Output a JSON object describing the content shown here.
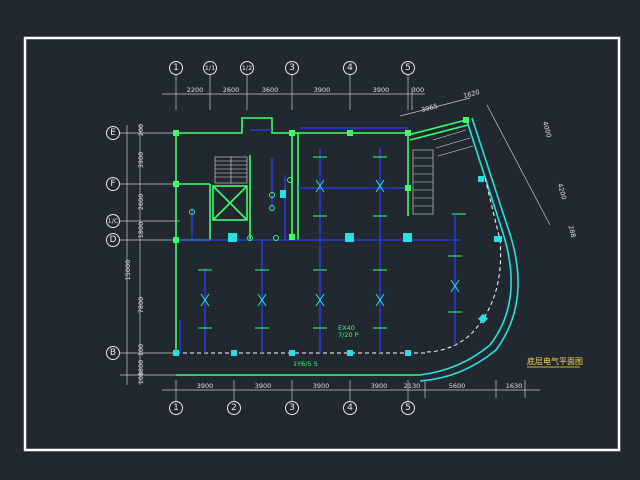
{
  "drawing": {
    "title": "底层电气平面图",
    "colors": {
      "background": "#212830",
      "frame": "#ffffff",
      "wall": "#3cff6a",
      "wiring": "#2a3cff",
      "fixture": "#28e0e0",
      "dimension": "#c8c8c8",
      "title": "#ffd84a"
    }
  },
  "axes": {
    "top": [
      "1",
      "1/1",
      "1/2",
      "3",
      "4",
      "5"
    ],
    "bottom": [
      "1",
      "2",
      "3",
      "4",
      "5"
    ],
    "left": [
      "E",
      "F",
      "1/C",
      "D",
      "B"
    ]
  },
  "dimensions": {
    "top": [
      "2200",
      "2600",
      "3600",
      "3900",
      "3900",
      "300"
    ],
    "top_angled": [
      "3965",
      "1620"
    ],
    "bottom": [
      "3900",
      "3900",
      "3900",
      "3900",
      "2130",
      "5600",
      "1630"
    ],
    "left": [
      "200",
      "3900",
      "2600",
      "1800",
      "15000",
      "7800",
      "100",
      "1800",
      "100"
    ],
    "right_angled": [
      "4000",
      "4200",
      "288"
    ]
  },
  "labels": {
    "panel_a": "EX40",
    "panel_a_sub": "7/20 P",
    "panel_b": "1Y6/5 S"
  }
}
